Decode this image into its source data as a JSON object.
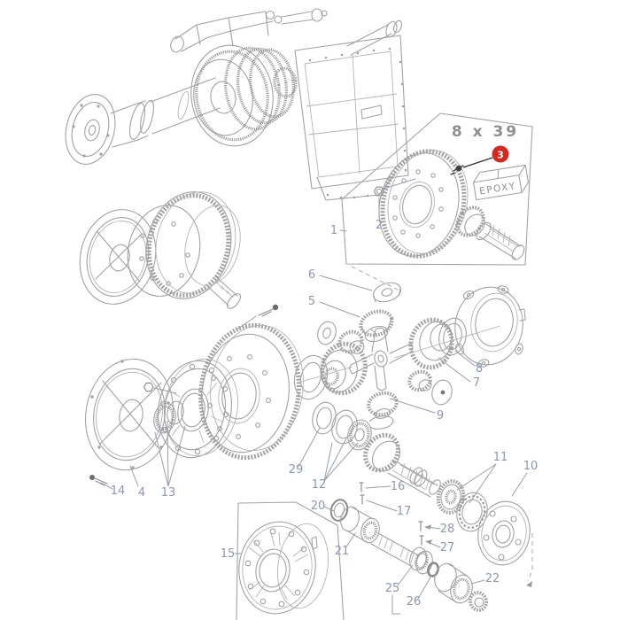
{
  "labels": {
    "ratio": "8 x 39",
    "epoxy": "EPOXY"
  },
  "selection": {
    "callout": "3",
    "highlight_color": "#d6281e"
  },
  "colors": {
    "line": "#a2a2a2",
    "label": "#8e96b2",
    "red": "#d6281e",
    "background": "#ffffff"
  },
  "callouts": {
    "c1": "1",
    "c2": "2",
    "c3": "3",
    "c4": "4",
    "c5": "5",
    "c6": "6",
    "c7": "7",
    "c8": "8",
    "c9": "9",
    "c10": "10",
    "c11": "11",
    "c12": "12",
    "c13": "13",
    "c14": "14",
    "c15": "15",
    "c16": "16",
    "c17": "17",
    "c20": "20",
    "c21": "21",
    "c22": "22",
    "c25": "25",
    "c26": "26",
    "c27": "27",
    "c28": "28",
    "c29": "29"
  }
}
